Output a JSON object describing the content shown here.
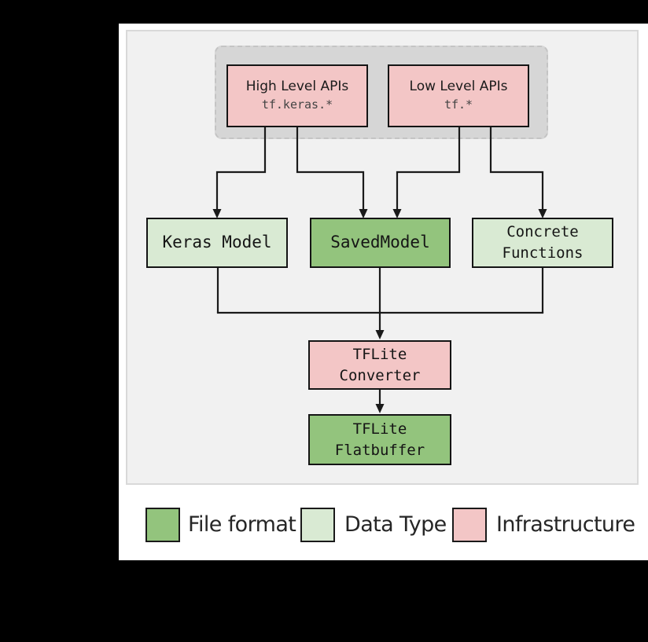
{
  "diagram": {
    "api_group": {
      "nodes": [
        {
          "title": "High Level APIs",
          "code": "tf.keras.*"
        },
        {
          "title": "Low Level APIs",
          "code": "tf.*"
        }
      ]
    },
    "nodes": {
      "keras_model": {
        "label": "Keras Model",
        "type": "Data Type"
      },
      "saved_model": {
        "label": "SavedModel",
        "type": "File format"
      },
      "concrete_functions": {
        "lines": [
          "Concrete",
          "Functions"
        ],
        "type": "Data Type"
      },
      "tflite_converter": {
        "lines": [
          "TFLite",
          "Converter"
        ],
        "type": "Infrastructure"
      },
      "tflite_flatbuffer": {
        "lines": [
          "TFLite",
          "Flatbuffer"
        ],
        "type": "File format"
      }
    }
  },
  "legend": [
    {
      "label": "File format",
      "color": "#93c47d"
    },
    {
      "label": "Data Type",
      "color": "#d9ead3"
    },
    {
      "label": "Infrastructure",
      "color": "#f3c6c6"
    }
  ],
  "colors": {
    "file_format_green": "#93c47d",
    "data_type_green": "#d9ead3",
    "infrastructure_pink": "#f3c6c6",
    "edge_black": "#1a1a1a",
    "group_gray": "#d6d6d6",
    "panel_gray": "#f1f1f1"
  }
}
